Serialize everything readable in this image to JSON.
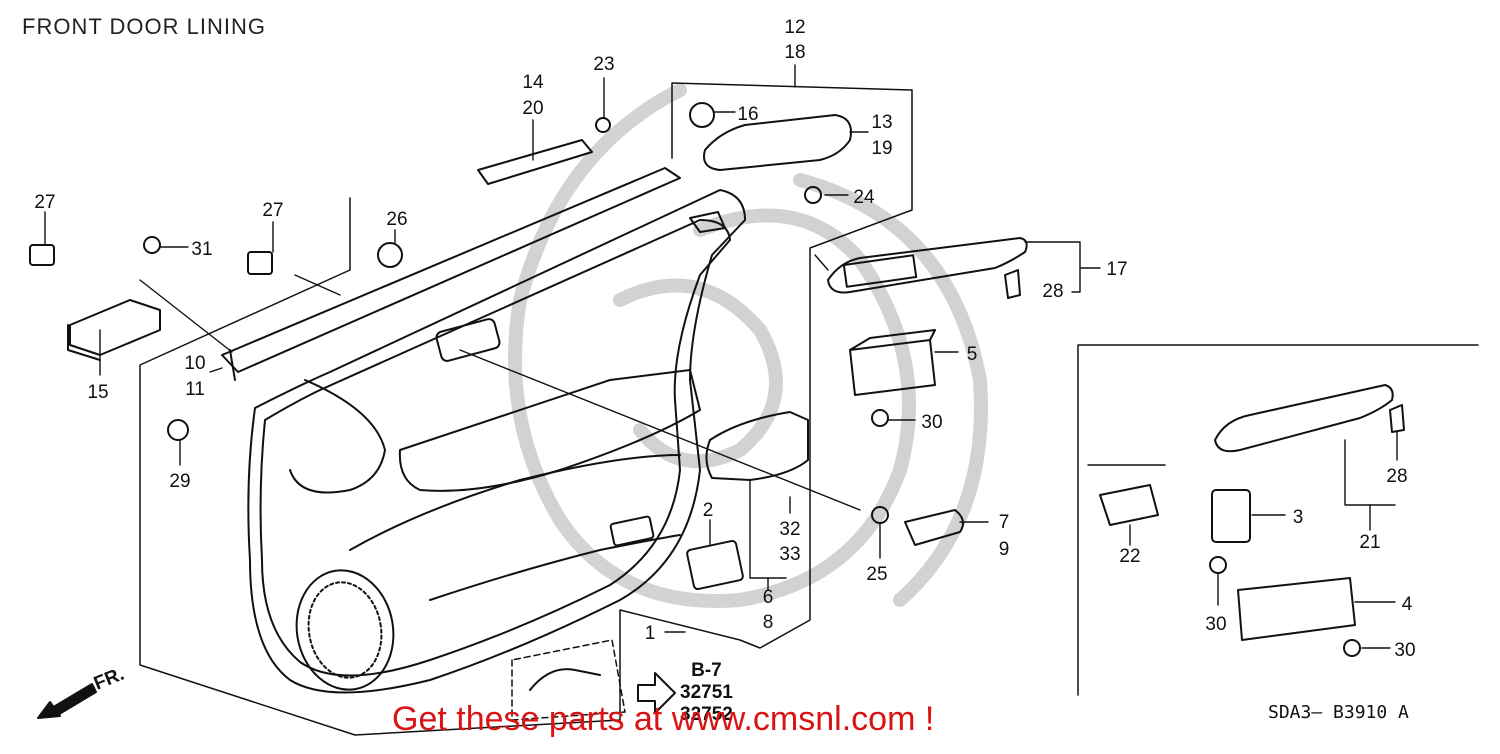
{
  "title": "FRONT DOOR LINING",
  "footer": "Get these parts at www.cmsnl.com !",
  "diagram_code": "SDA3–  B3910 A",
  "reference": {
    "section": "B-7",
    "parts": [
      "32751",
      "32752"
    ]
  },
  "direction_label": "FR.",
  "callouts": [
    {
      "id": "c1",
      "label": "1"
    },
    {
      "id": "c2",
      "label": "2"
    },
    {
      "id": "c3",
      "label": "3"
    },
    {
      "id": "c4",
      "label": "4"
    },
    {
      "id": "c5",
      "label": "5"
    },
    {
      "id": "c6",
      "label": "6"
    },
    {
      "id": "c7",
      "label": "7"
    },
    {
      "id": "c8",
      "label": "8"
    },
    {
      "id": "c9",
      "label": "9"
    },
    {
      "id": "c10",
      "label": "10"
    },
    {
      "id": "c11",
      "label": "11"
    },
    {
      "id": "c12",
      "label": "12"
    },
    {
      "id": "c13",
      "label": "13"
    },
    {
      "id": "c14",
      "label": "14"
    },
    {
      "id": "c15",
      "label": "15"
    },
    {
      "id": "c16",
      "label": "16"
    },
    {
      "id": "c17",
      "label": "17"
    },
    {
      "id": "c18",
      "label": "18"
    },
    {
      "id": "c19",
      "label": "19"
    },
    {
      "id": "c20",
      "label": "20"
    },
    {
      "id": "c21",
      "label": "21"
    },
    {
      "id": "c22",
      "label": "22"
    },
    {
      "id": "c23",
      "label": "23"
    },
    {
      "id": "c24",
      "label": "24"
    },
    {
      "id": "c25",
      "label": "25"
    },
    {
      "id": "c26",
      "label": "26"
    },
    {
      "id": "c27a",
      "label": "27"
    },
    {
      "id": "c27b",
      "label": "27"
    },
    {
      "id": "c28a",
      "label": "28"
    },
    {
      "id": "c28b",
      "label": "28"
    },
    {
      "id": "c29",
      "label": "29"
    },
    {
      "id": "c30a",
      "label": "30"
    },
    {
      "id": "c30b",
      "label": "30"
    },
    {
      "id": "c30c",
      "label": "30"
    },
    {
      "id": "c31",
      "label": "31"
    },
    {
      "id": "c32",
      "label": "32"
    },
    {
      "id": "c33",
      "label": "33"
    }
  ]
}
